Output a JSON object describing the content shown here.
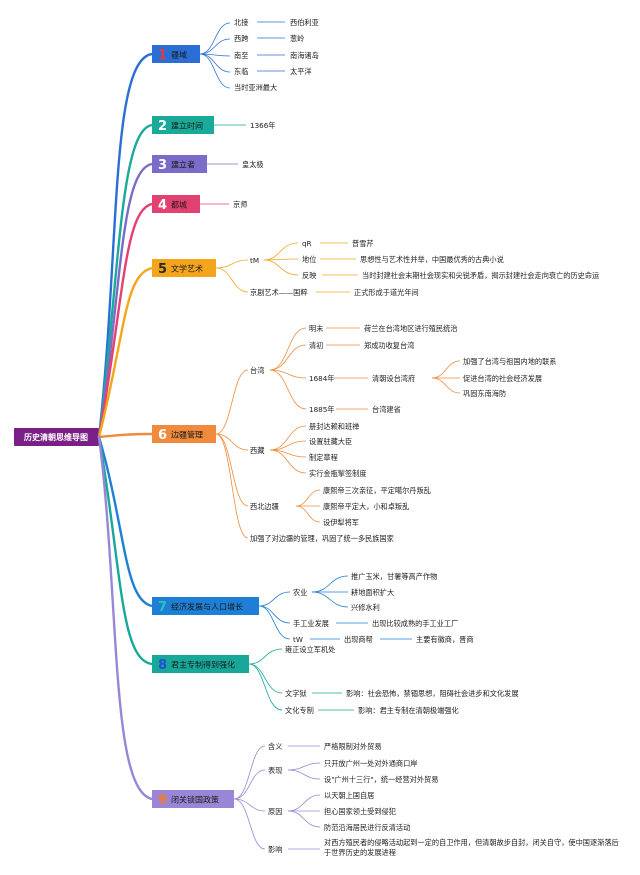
{
  "root": {
    "title": "历史清朝思维导图",
    "color": "#7a1f86"
  },
  "branches": [
    {
      "num": "1",
      "title": "疆域",
      "color": "#2b6fd6",
      "num_color": "#e23b3b",
      "items": [
        {
          "label": "北接",
          "value": "西伯利亚"
        },
        {
          "label": "西跨",
          "value": "葱岭"
        },
        {
          "label": "南至",
          "value": "南海诸岛"
        },
        {
          "label": "东临",
          "value": "太平洋"
        },
        {
          "label": "当时亚洲最大"
        }
      ]
    },
    {
      "num": "2",
      "title": "建立时间",
      "color": "#1aaa9a",
      "num_color": "#ffffff",
      "items": [
        {
          "label": "1366年"
        }
      ]
    },
    {
      "num": "3",
      "title": "建立者",
      "color": "#7b6cc9",
      "num_color": "#ffffff",
      "items": [
        {
          "label": "皇太极"
        }
      ]
    },
    {
      "num": "4",
      "title": "都城",
      "color": "#e34270",
      "num_color": "#ffffff",
      "items": [
        {
          "label": "京师"
        }
      ]
    },
    {
      "num": "5",
      "title": "文学艺术",
      "color": "#f4a51c",
      "num_color": "#2a2a2a",
      "items": [
        {
          "label": "tM",
          "children": [
            {
              "label": "qR",
              "value": "普雪芹"
            },
            {
              "label": "地位",
              "value": "思想性与艺术性并举，中国最优秀的古典小说"
            },
            {
              "label": "反映",
              "value": "当时封建社会末期社会现实和尖锐矛盾，揭示封建社会走向衰亡的历史命运"
            }
          ]
        },
        {
          "label": "京剧艺术——国粹",
          "value": "正式形成于道光年间"
        }
      ]
    },
    {
      "num": "6",
      "title": "边疆管理",
      "color": "#f08a3c",
      "num_color": "#ffffff",
      "items": [
        {
          "label": "台湾",
          "children": [
            {
              "label": "明末",
              "value": "荷兰在台湾地区进行殖民统治"
            },
            {
              "label": "清初",
              "value": "郑成功收复台湾"
            },
            {
              "label": "1684年",
              "value": "清朝设台湾府",
              "subvalues": [
                "加强了台湾与祖国内地的联系",
                "促进台湾的社会经济发展",
                "巩固东南海防"
              ]
            },
            {
              "label": "1885年",
              "value": "台湾建省"
            }
          ]
        },
        {
          "label": "西藏",
          "children": [
            {
              "label": "册封达赖和班禅"
            },
            {
              "label": "设置驻藏大臣"
            },
            {
              "label": "制定章程"
            },
            {
              "label": "实行金瓶掣签制度"
            }
          ]
        },
        {
          "label": "西北边疆",
          "children": [
            {
              "label": "康熙帝三次亲征，平定噶尔丹叛乱"
            },
            {
              "label": "康熙帝平定大，小和卓叛乱"
            },
            {
              "label": "设伊犁将军"
            }
          ]
        },
        {
          "label": "加强了对边疆的管理，巩固了统一多民族国家"
        }
      ]
    },
    {
      "num": "7",
      "title": "经济发展与人口增长",
      "color": "#1e7fd6",
      "num_color": "#2ec1b4",
      "items": [
        {
          "label": "农业",
          "children": [
            {
              "label": "推广玉米，甘薯等高产作物"
            },
            {
              "label": "耕地面积扩大"
            },
            {
              "label": "兴修水利"
            }
          ]
        },
        {
          "label": "手工业发展",
          "value": "出现比较成熟的手工业工厂"
        },
        {
          "label": "tW",
          "value": "出现商帮",
          "value2": "主要有徽商，晋商"
        }
      ]
    },
    {
      "num": "8",
      "title": "君主专制得到强化",
      "color": "#17a89a",
      "num_color": "#1e4fd6",
      "items": [
        {
          "label": "雍正设立军机处"
        },
        {
          "label": "文字狱",
          "value": "影响：社会恐怖，禁锢思想，阻碍社会进步和文化发展"
        },
        {
          "label": "文化专制",
          "value": "影响：君主专制在清朝极端强化"
        }
      ]
    },
    {
      "num": "9",
      "title": "闭关锁国政策",
      "color": "#9a86d6",
      "num_color": "#f07a2a",
      "items": [
        {
          "label": "含义",
          "value": "严格限制对外贸易"
        },
        {
          "label": "表现",
          "children": [
            {
              "label": "只开放广州一处对外通商口岸"
            },
            {
              "label": "设\"广州十三行\"，统一经营对外贸易"
            }
          ]
        },
        {
          "label": "原因",
          "children": [
            {
              "label": "以天朝上国自居"
            },
            {
              "label": "担心国家领土受到侵犯"
            },
            {
              "label": "防范沿海居民进行反清活动"
            }
          ]
        },
        {
          "label": "影响",
          "value": "对西方殖民者的侵略活动起到一定的自卫作用，但清朝故步自封，闭关自守，使中国逐渐落后于世界历史的发展进程"
        }
      ]
    }
  ]
}
